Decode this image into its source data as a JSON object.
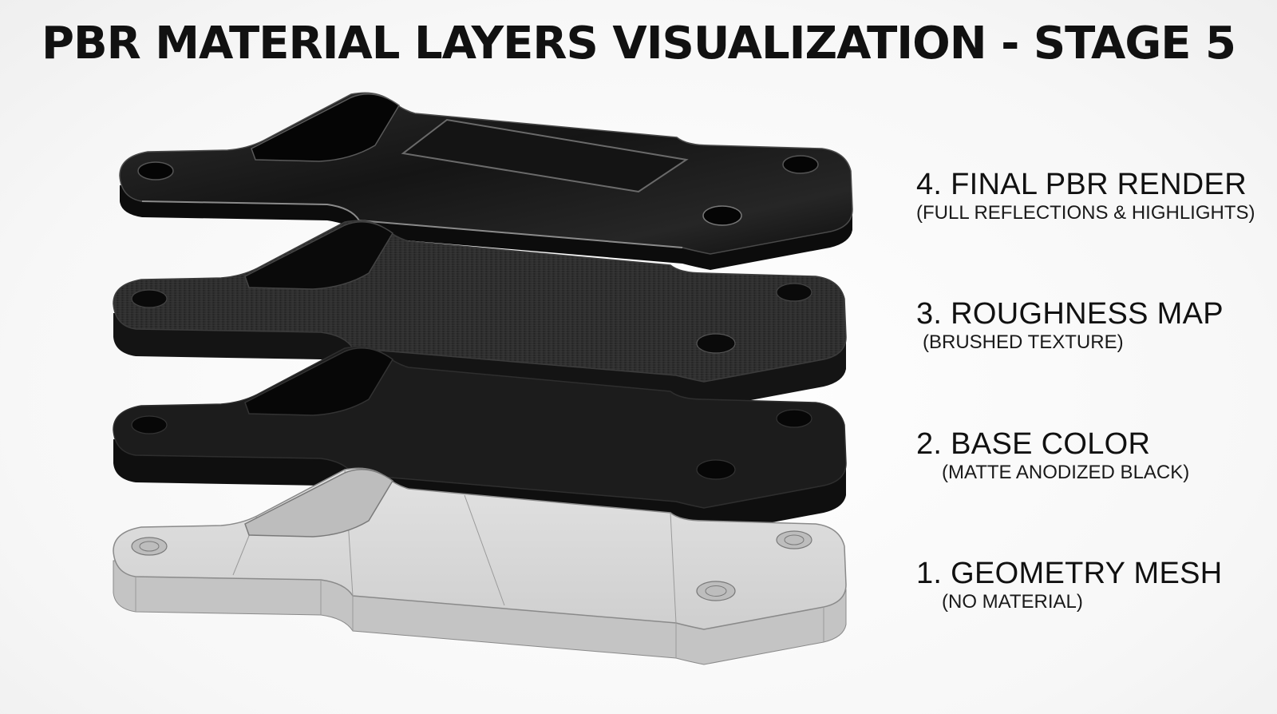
{
  "title": "PBR MATERIAL LAYERS VISUALIZATION - STAGE 5",
  "layers": [
    {
      "main": "4. FINAL PBR RENDER",
      "sub": "(FULL REFLECTIONS & HIGHLIGHTS)",
      "material": "glossy-black"
    },
    {
      "main": "3. ROUGHNESS MAP",
      "sub": "(BRUSHED TEXTURE)",
      "material": "brushed-black"
    },
    {
      "main": "2. BASE COLOR",
      "sub": "(MATTE ANODIZED BLACK)",
      "material": "matte-black"
    },
    {
      "main": "1. GEOMETRY MESH",
      "sub": "(NO MATERIAL)",
      "material": "wireframe-gray"
    }
  ],
  "colors": {
    "glossy_top": "#1b1b1b",
    "glossy_side": "#0c0c0c",
    "brushed_top": "#262626",
    "brushed_side": "#141414",
    "matte_top": "#1c1c1c",
    "matte_side": "#0f0f0f",
    "mesh_top": "#d6d6d6",
    "mesh_side": "#bdbdbd",
    "mesh_line": "#8a8a8a"
  }
}
